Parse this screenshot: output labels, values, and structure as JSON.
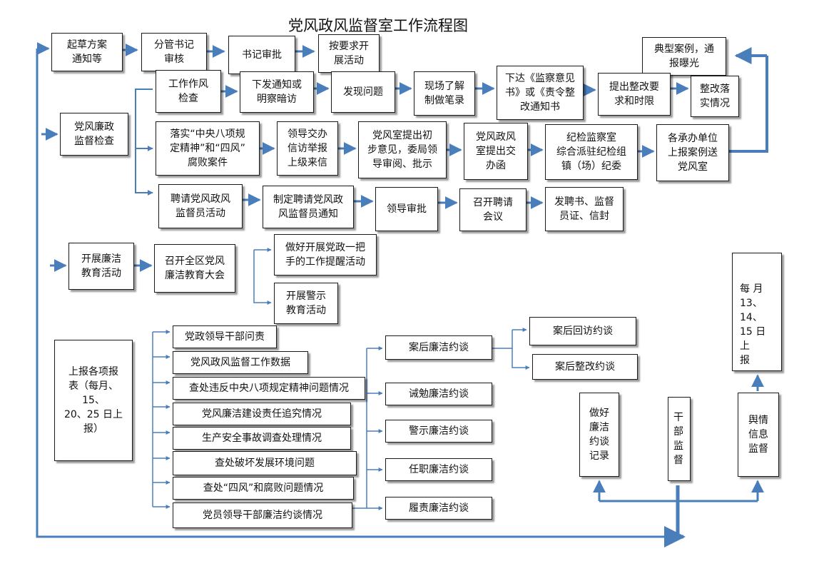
{
  "title": "党风政风监督室工作流程图",
  "colors": {
    "arrow": "#4a7ebb",
    "border": "#1a1a1a"
  },
  "nodes": {
    "qicao": "起草方案\n通知等",
    "fenguan": "分管书记\n审核",
    "shuji": "书记审批",
    "anyaoqiu": "按要求开\n展活动",
    "dianxing": "典型案例，通\n报曝光",
    "zhenggai_luoshi": "整改落\n实情况",
    "jiancha_root": "党风廉政\n监督检查",
    "gongzuo": "工作作风\n检查",
    "xiafa": "下发通知或\n明察暗访",
    "faxian": "发现问题",
    "xianchang": "现场了解\n制做笔录",
    "xiada": "下达《监察意见\n书》或《责令整\n改通知书",
    "tichu_zhenggai": "提出整改要\n求和时限",
    "luoshi": "落实“中央八项规\n定精神”和“四风”\n腐败案件",
    "lingdao_jiaoban": "领导交办\n信访举报\n上级来信",
    "dangfeng_chubu": "党风室提出初\n步意见，委局领\n导审阅、批示",
    "zhengfeng_jiaoban": "党风政风\n室提出交\n办函",
    "jijian": "纪检监察室\n综合派驻纪检组\n镇（场）纪委",
    "chengban": "各承办单位\n上报案例送\n党风室",
    "pinqing_huodong": "聘请党风政风\n监督员活动",
    "zhiding": "制定聘请党风政\n风监督员通知",
    "lingdao_shenpi": "领导审批",
    "zhaokai_pinqing": "召开聘请\n会议",
    "fapin": "发聘书、监督\n员证、信封",
    "lianjie_root": "开展廉洁\n教育活动",
    "zhaokai_dahui": "召开全区党风\n廉洁教育大会",
    "yibashou": "做好开展党政一把\n手的工作提醒活动",
    "jingshi_jiaoyu": "开展警示\n教育活动",
    "shangbao": "上报各项报\n表（每月、15、\n20、25 日上\n报）",
    "report_1": "党政领导干部问责",
    "report_2": "党风政风监督工作数据",
    "report_3": "查处违反中央八项规定精神问题情况",
    "report_4": "党风廉洁建设责任追究情况",
    "report_5": "生产安全事故调查处理情况",
    "report_6": "查处破坏发展环境问题",
    "report_7": "查处“四风”和腐败问题情况",
    "report_8": "党员领导干部廉洁约谈情况",
    "anhou": "案后廉洁约谈",
    "quanmian": "诫勉廉洁约谈",
    "jingshi_yuetan": "警示廉洁约谈",
    "renzhi": "任职廉洁约谈",
    "lvze": "履责廉洁约谈",
    "huifang": "案后回访约谈",
    "zhenggai_yuetan": "案后整改约谈",
    "jilu": "做好\n廉洁\n约谈\n记录",
    "ganbu": "干\n部\n监\n督",
    "yuqing": "舆情\n信息\n监督",
    "meiyue": "每    月\n13、14、\n15 日上\n报"
  }
}
